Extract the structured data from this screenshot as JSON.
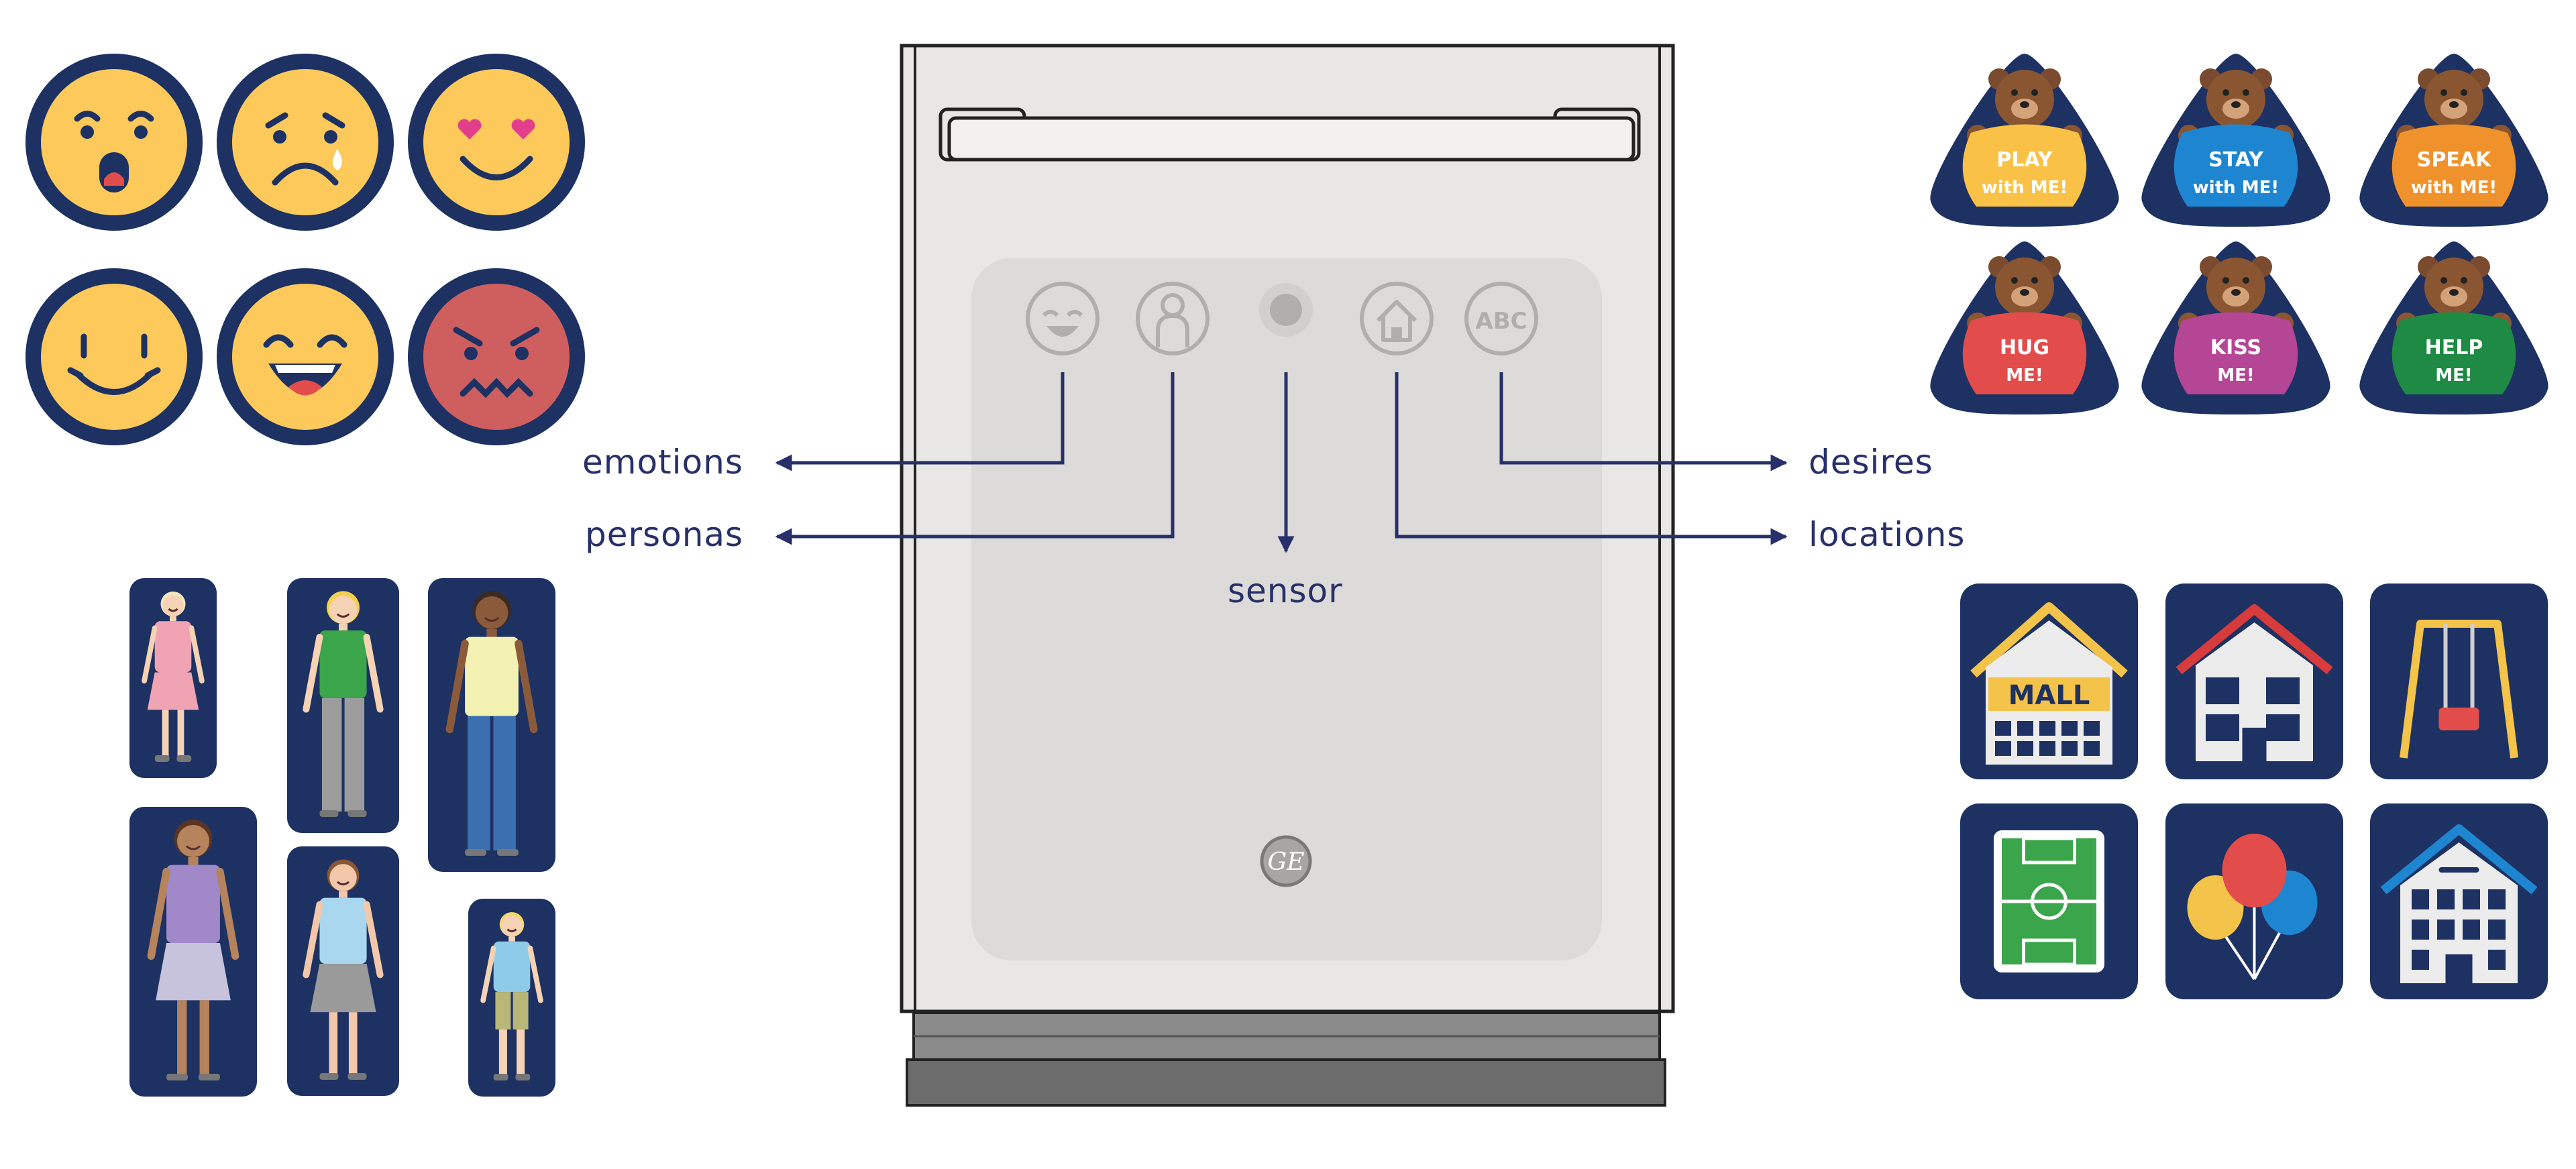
{
  "colors": {
    "navy": "#1d3163",
    "label": "#27306a",
    "emoji_yellow": "#fcc95a",
    "emoji_red": "#cf5e5e",
    "appliance_body": "#e8e7e5",
    "appliance_panel": "#dcdbd9",
    "panel_icon": "#b0afad",
    "base_dark": "#6c6c6c"
  },
  "labels": {
    "emotions": "emotions",
    "personas": "personas",
    "sensor": "sensor",
    "desires": "desires",
    "locations": "locations"
  },
  "panel_icons": {
    "emotions": "laughing-face-icon",
    "personas": "person-icon",
    "sensor": "sensor-dot",
    "locations": "house-icon",
    "desires": "abc-icon",
    "abc_text": "ABC",
    "logo_text": "GE"
  },
  "emotions": [
    {
      "name": "surprised",
      "color": "#fcc95a"
    },
    {
      "name": "crying",
      "color": "#fcc95a"
    },
    {
      "name": "in-love",
      "color": "#fcc95a"
    },
    {
      "name": "smiling",
      "color": "#fcc95a"
    },
    {
      "name": "laughing",
      "color": "#fcc95a"
    },
    {
      "name": "angry",
      "color": "#cf5e5e"
    }
  ],
  "desires": [
    {
      "line1": "PLAY",
      "line2": "with ME!",
      "color": "#f9c246"
    },
    {
      "line1": "STAY",
      "line2": "with ME!",
      "color": "#1e86d1"
    },
    {
      "line1": "SPEAK",
      "line2": "with ME!",
      "color": "#f0922b"
    },
    {
      "line1": "HUG",
      "line2": "ME!",
      "color": "#e24c4b"
    },
    {
      "line1": "KISS",
      "line2": "ME!",
      "color": "#b54695"
    },
    {
      "line1": "HELP",
      "line2": "ME!",
      "color": "#1e8a43"
    }
  ],
  "personas": [
    {
      "name": "girl"
    },
    {
      "name": "young-man"
    },
    {
      "name": "tall-man"
    },
    {
      "name": "woman"
    },
    {
      "name": "teen-girl"
    },
    {
      "name": "boy"
    }
  ],
  "locations": [
    {
      "name": "mall",
      "sign": "MALL"
    },
    {
      "name": "house"
    },
    {
      "name": "playground-swing"
    },
    {
      "name": "soccer-field"
    },
    {
      "name": "party-balloons"
    },
    {
      "name": "school"
    }
  ]
}
